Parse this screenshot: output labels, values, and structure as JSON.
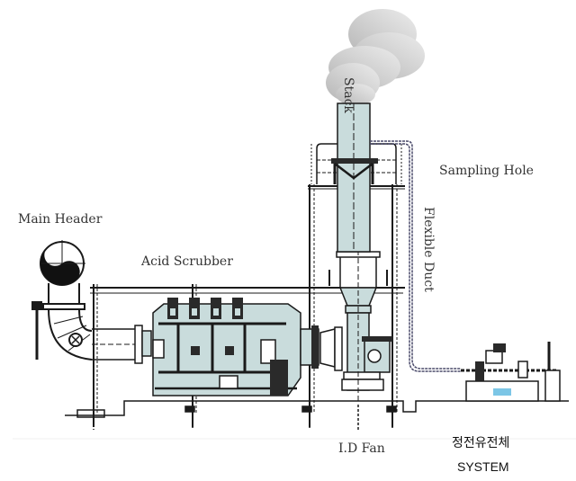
{
  "diagram": {
    "type": "process-flow-schematic",
    "labels": {
      "main_header": "Main Header",
      "acid_scrubber": "Acid Scrubber",
      "stack": "Stack",
      "sampling_hole": "Sampling Hole",
      "flexible_duct": "Flexible Duct",
      "id_fan": "I.D Fan",
      "system_korean": "정전유전체",
      "system": "SYSTEM"
    },
    "components": [
      {
        "id": "main-header",
        "label": "Main Header"
      },
      {
        "id": "acid-scrubber",
        "label": "Acid Scrubber"
      },
      {
        "id": "id-fan",
        "label": "I.D Fan"
      },
      {
        "id": "stack",
        "label": "Stack"
      },
      {
        "id": "sampling-hole",
        "label": "Sampling Hole"
      },
      {
        "id": "flexible-duct",
        "label": "Flexible Duct"
      },
      {
        "id": "system",
        "label": "정전유전체 SYSTEM"
      }
    ],
    "flow": [
      "Main Header",
      "Acid Scrubber",
      "I.D Fan",
      "Stack",
      "Sampling Hole",
      "Flexible Duct",
      "정전유전체 SYSTEM"
    ],
    "colors": {
      "equipment_fill": "#c9dcdc",
      "line": "#1a1a1a",
      "smoke_light": "#e6e6e6",
      "smoke_dark": "#b9b9b9",
      "accent_blue": "#7cc6e6"
    }
  }
}
